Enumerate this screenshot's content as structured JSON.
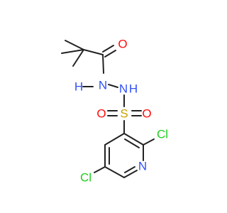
{
  "colors": {
    "background": "#ffffff",
    "bond": "#222222",
    "oxygen": "#ff0d0d",
    "nitrogen": "#3050f8",
    "chlorine": "#1fcc1f",
    "sulfur": "#c8a000",
    "hydrogen": "#808080"
  },
  "atoms": {
    "carbonyl_oxygen": "O",
    "hydrazide_nh_left": "H",
    "hydrazide_n_left": "N",
    "sulfonamide_n": "N",
    "sulfonamide_h": "H",
    "sulfonyl_oxygen_left": "O",
    "sulfur": "S",
    "sulfonyl_oxygen_right": "O",
    "chlorine_right": "Cl",
    "chlorine_left": "Cl",
    "pyridine_nitrogen": "N"
  }
}
